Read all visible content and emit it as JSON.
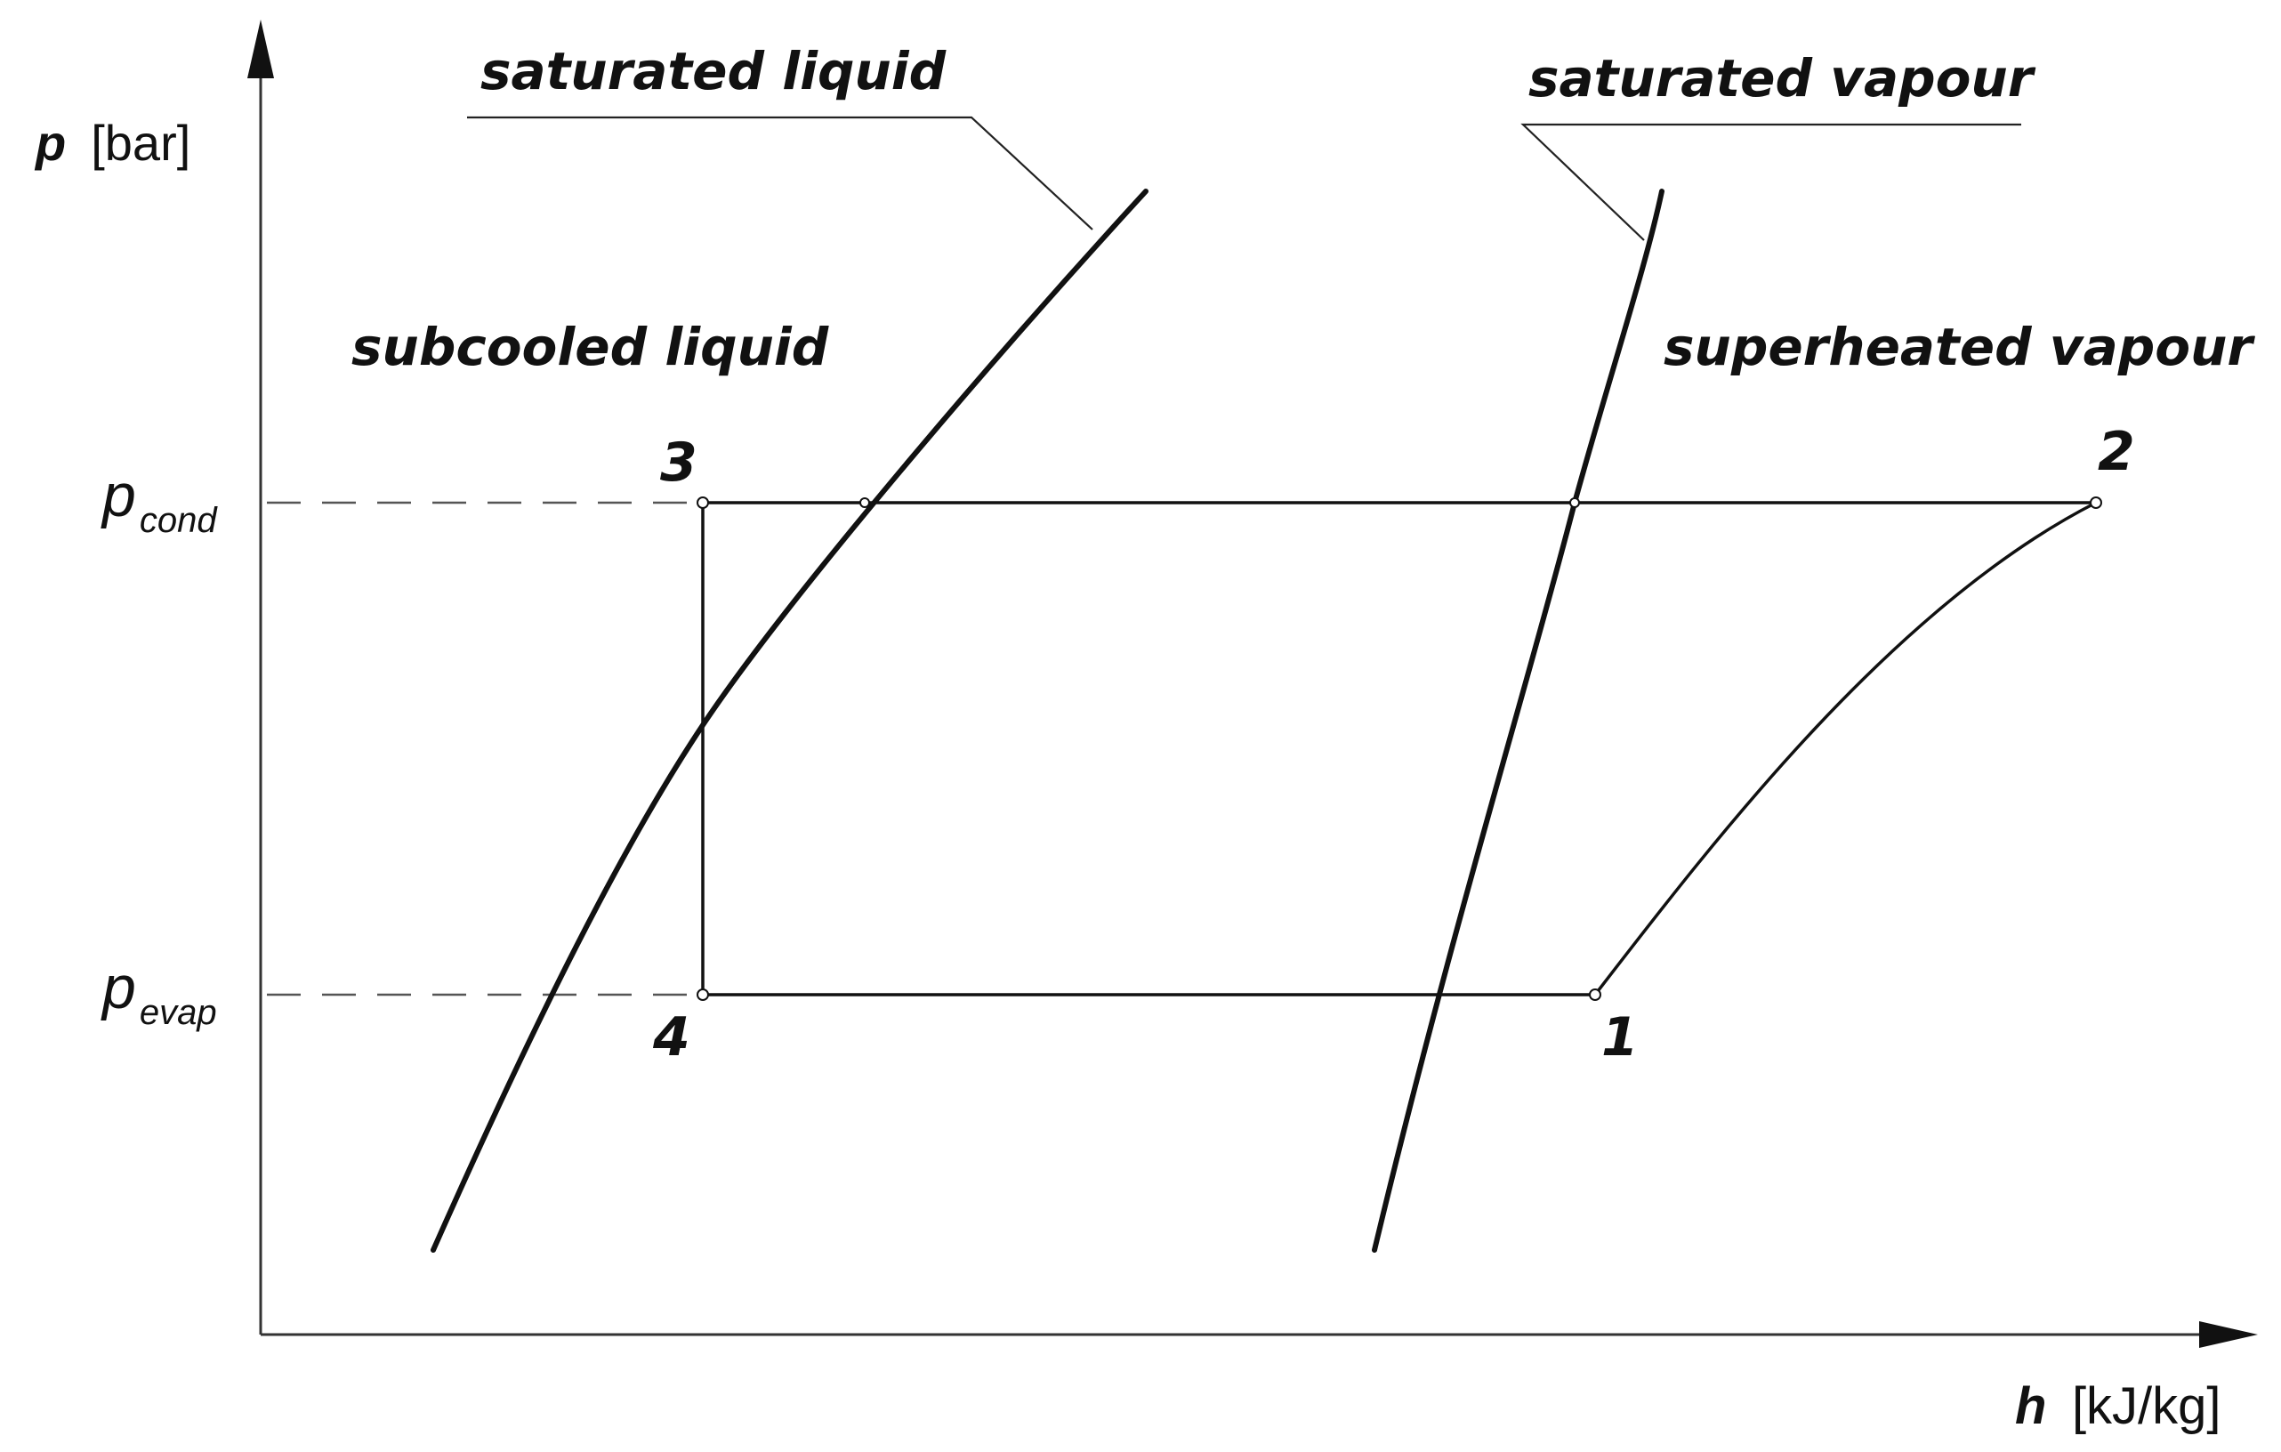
{
  "axes": {
    "y": {
      "variable": "p",
      "unit": "[bar]"
    },
    "x": {
      "variable": "h",
      "unit": "[kJ/kg]"
    }
  },
  "pressure_levels": {
    "cond": {
      "symbol": "p",
      "subscript": "cond"
    },
    "evap": {
      "symbol": "p",
      "subscript": "evap"
    }
  },
  "curve_labels": {
    "saturated_liquid": "saturated liquid",
    "saturated_vapour": "saturated vapour"
  },
  "region_labels": {
    "subcooled_liquid": "subcooled liquid",
    "superheated_vapour": "superheated vapour"
  },
  "state_points": [
    "1",
    "2",
    "3",
    "4"
  ]
}
